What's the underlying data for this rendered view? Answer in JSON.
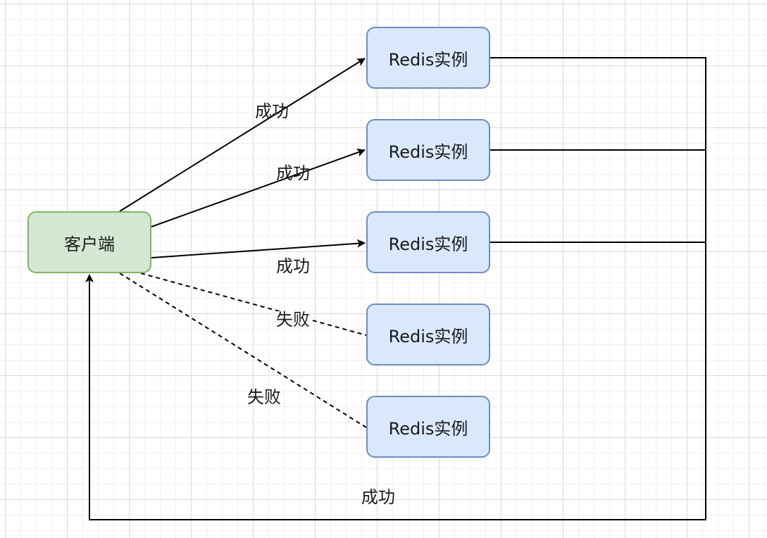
{
  "diagram": {
    "client": {
      "label": "客户端"
    },
    "redis_nodes": [
      {
        "label": "Redis实例"
      },
      {
        "label": "Redis实例"
      },
      {
        "label": "Redis实例"
      },
      {
        "label": "Redis实例"
      },
      {
        "label": "Redis实例"
      }
    ],
    "edges": [
      {
        "from": "client",
        "to": "redis_1",
        "label": "成功",
        "style": "solid",
        "arrow": true
      },
      {
        "from": "client",
        "to": "redis_2",
        "label": "成功",
        "style": "solid",
        "arrow": true
      },
      {
        "from": "client",
        "to": "redis_3",
        "label": "成功",
        "style": "solid",
        "arrow": true
      },
      {
        "from": "client",
        "to": "redis_4",
        "label": "失败",
        "style": "dashed",
        "arrow": false
      },
      {
        "from": "client",
        "to": "redis_5",
        "label": "失败",
        "style": "dashed",
        "arrow": false
      },
      {
        "from": "redis_1..3",
        "to": "client",
        "label": "成功",
        "style": "solid",
        "arrow": true
      }
    ],
    "colors": {
      "client_fill": "#d5e8d4",
      "client_stroke": "#82b366",
      "redis_fill": "#dae8fc",
      "redis_stroke": "#6c8ebf",
      "edge": "#000000"
    }
  }
}
